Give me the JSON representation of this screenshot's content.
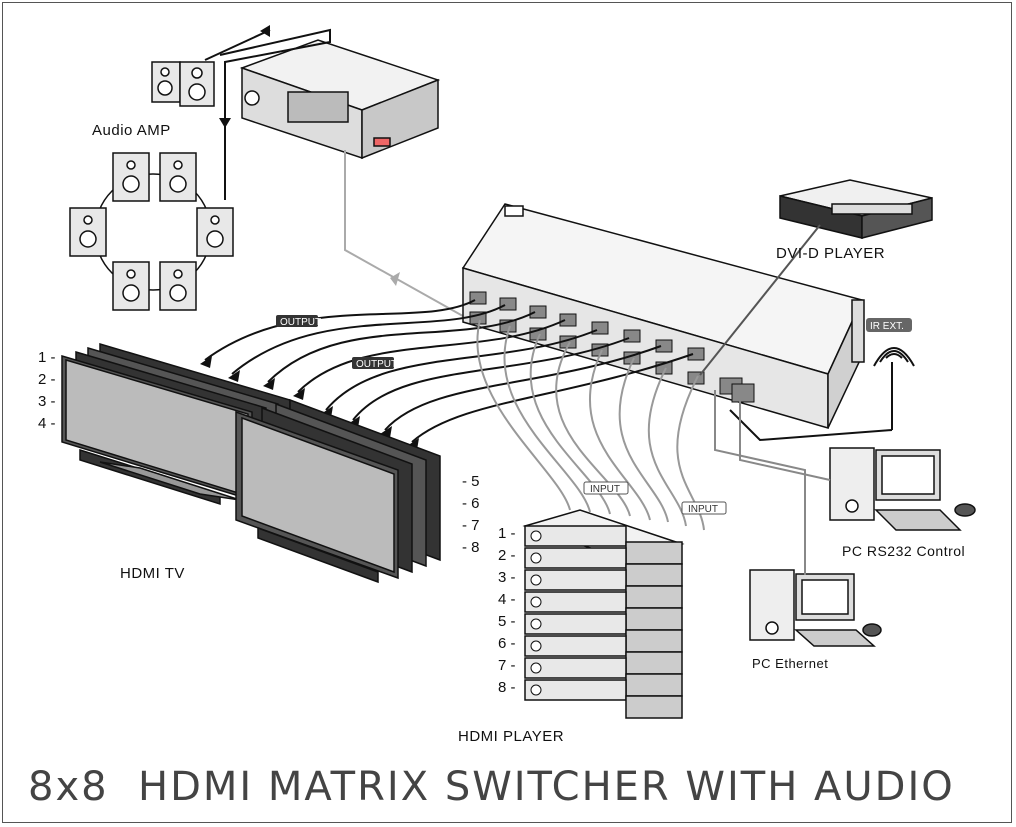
{
  "title": "8x8  HDMI MATRIX SWITCHER WITH AUDIO",
  "labels": {
    "audio_amp": "Audio AMP",
    "dvi_player": "DVI-D PLAYER",
    "hdmi_tv": "HDMI  TV",
    "hdmi_player": "HDMI PLAYER",
    "pc_rs232": "PC  RS232  Control",
    "pc_ethernet": "PC  Ethernet",
    "ir_ext": "IR EXT.",
    "output_1": "OUTPUT",
    "output_2": "OUTPUT",
    "input_1": "INPUT",
    "input_2": "INPUT"
  },
  "tv_numbers_left": [
    "1 -",
    "2 -",
    "3 -",
    "4 -"
  ],
  "tv_numbers_right": [
    "- 5",
    "- 6",
    "- 7",
    "- 8"
  ],
  "player_numbers": [
    "1 -",
    "2 -",
    "3 -",
    "4 -",
    "5 -",
    "6 -",
    "7 -",
    "8 -"
  ],
  "colors": {
    "line": "#111111",
    "gray_cable": "#999999",
    "tag_bg": "#333333"
  }
}
